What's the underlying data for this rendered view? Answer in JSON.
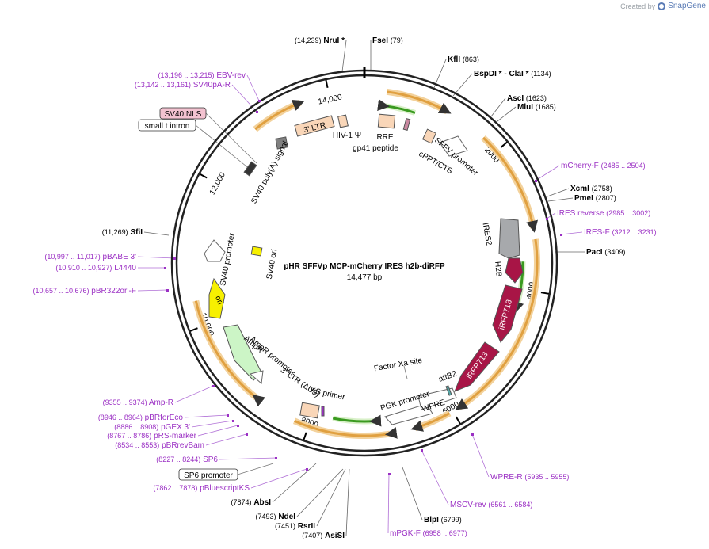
{
  "credit": {
    "prefix": "Created by",
    "brand": "SnapGene"
  },
  "plasmid": {
    "name": "pHR SFFVp MCP-mCherry IRES h2b-diRFP",
    "length_label": "14,477 bp",
    "length": 14477
  },
  "ticks": [
    "2000",
    "4000",
    "6000",
    "8000",
    "10,000",
    "12,000",
    "14,000"
  ],
  "sites": [
    {
      "id": "nrui",
      "name": "NruI *",
      "pos": "(14,239)",
      "pos_first": true
    },
    {
      "id": "fsei",
      "name": "FseI",
      "pos": "(79)"
    },
    {
      "id": "kfli",
      "name": "KflI",
      "pos": "(863)"
    },
    {
      "id": "bspdi",
      "name": "BspDI * - ClaI *",
      "pos": "(1134)"
    },
    {
      "id": "asci",
      "name": "AscI",
      "pos": "(1623)"
    },
    {
      "id": "mlui",
      "name": "MluI",
      "pos": "(1685)"
    },
    {
      "id": "xcmi",
      "name": "XcmI",
      "pos": "(2758)"
    },
    {
      "id": "pmei",
      "name": "PmeI",
      "pos": "(2807)"
    },
    {
      "id": "paci",
      "name": "PacI",
      "pos": "(3409)"
    },
    {
      "id": "blpi",
      "name": "BlpI",
      "pos": "(6799)"
    },
    {
      "id": "asisi",
      "name": "AsiSI",
      "pos": "(7407)",
      "pos_first": true
    },
    {
      "id": "rsrii",
      "name": "RsrII",
      "pos": "(7451)",
      "pos_first": true
    },
    {
      "id": "ndei",
      "name": "NdeI",
      "pos": "(7493)",
      "pos_first": true
    },
    {
      "id": "absi",
      "name": "AbsI",
      "pos": "(7874)",
      "pos_first": true
    },
    {
      "id": "sfii",
      "name": "SfiI",
      "pos": "(11,269)",
      "pos_first": true
    }
  ],
  "primers": [
    {
      "id": "ebv-rev",
      "name": "EBV-rev",
      "pos": "(13,196 .. 13,215)",
      "pos_first": true
    },
    {
      "id": "sv40pa-r",
      "name": "SV40pA-R",
      "pos": "(13,142 .. 13,161)",
      "pos_first": true
    },
    {
      "id": "mcherry-f",
      "name": "mCherry-F",
      "pos": "(2485 .. 2504)"
    },
    {
      "id": "ires-reverse",
      "name": "IRES reverse",
      "pos": "(2985 .. 3002)"
    },
    {
      "id": "ires-f",
      "name": "IRES-F",
      "pos": "(3212 .. 3231)"
    },
    {
      "id": "pbabe3",
      "name": "pBABE 3'",
      "pos": "(10,997 .. 11,017)",
      "pos_first": true
    },
    {
      "id": "l4440",
      "name": "L4440",
      "pos": "(10,910 .. 10,927)",
      "pos_first": true
    },
    {
      "id": "pbr322ori-f",
      "name": "pBR322ori-F",
      "pos": "(10,657 .. 10,676)",
      "pos_first": true
    },
    {
      "id": "amp-r",
      "name": "Amp-R",
      "pos": "(9355 .. 9374)",
      "pos_first": true
    },
    {
      "id": "pbrforeco",
      "name": "pBRforEco",
      "pos": "(8946 .. 8964)",
      "pos_first": true
    },
    {
      "id": "pgex3",
      "name": "pGEX 3'",
      "pos": "(8886 .. 8908)",
      "pos_first": true
    },
    {
      "id": "prs-marker",
      "name": "pRS-marker",
      "pos": "(8767 .. 8786)",
      "pos_first": true
    },
    {
      "id": "pbrrevbam",
      "name": "pBRrevBam",
      "pos": "(8534 .. 8553)",
      "pos_first": true
    },
    {
      "id": "sp6",
      "name": "SP6",
      "pos": "(8227 .. 8244)",
      "pos_first": true
    },
    {
      "id": "pbluescriptks",
      "name": "pBluescriptKS",
      "pos": "(7862 .. 7878)",
      "pos_first": true
    },
    {
      "id": "wpre-r",
      "name": "WPRE-R",
      "pos": "(5935 .. 5955)"
    },
    {
      "id": "mscv-rev",
      "name": "MSCV-rev",
      "pos": "(6561 .. 6584)"
    },
    {
      "id": "mpgk-f",
      "name": "mPGK-F",
      "pos": "(6958 .. 6977)"
    }
  ],
  "boxed_labels": {
    "sv40_nls": "SV40 NLS",
    "small_t_intron": "small t intron",
    "sp6_promoter": "SP6 promoter"
  },
  "features": {
    "ltr3": "3' LTR",
    "hiv1_psi": "HIV-1 Ψ",
    "rre": "RRE",
    "gp41": "gp41 peptide",
    "cppt": "cPPT/CTS",
    "sffv": "SFFV promoter",
    "ires2": "IRES2",
    "h2b": "H2B",
    "irfp1": "iRFP713",
    "irfp2": "iRFP713",
    "factor_xa": "Factor Xa site",
    "attb2": "attB2",
    "pgk": "PGK promoter",
    "wpre": "WPRE",
    "ks_primer": "KS primer",
    "ltr3_du3": "3' LTR (ΔU3)",
    "ampr_promoter": "AmpR promoter",
    "ampr": "AmpR",
    "ori": "ori",
    "sv40_promoter": "SV40 promoter",
    "sv40_ori": "SV40 ori",
    "sv40_polya": "SV40 poly(A) signal"
  },
  "colors": {
    "site_text": "#000000",
    "primer_text": "#9b30c4",
    "orf": "#e0a040",
    "promoter_fill": "#ffffff",
    "ltr_fill": "#f9d6b8",
    "ires_fill": "#a7a9ac",
    "irfp_fill": "#a81546",
    "ori_fill": "#f7f000",
    "ampr_fill": "#ccf5c6",
    "pink_box": "#f3c2d0"
  }
}
